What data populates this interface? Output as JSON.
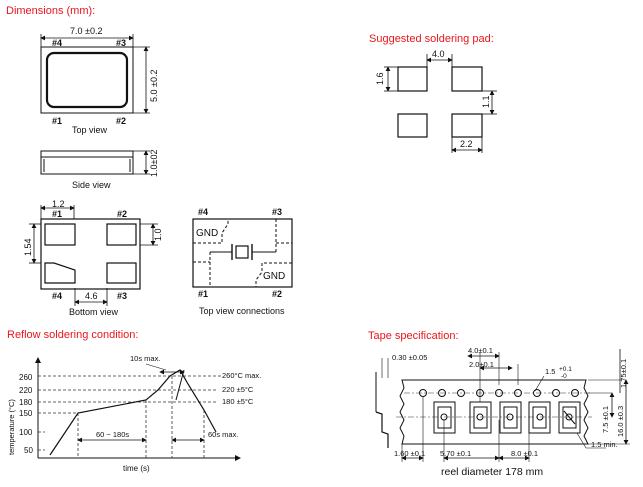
{
  "sections": {
    "dimensions": "Dimensions (mm):",
    "soldering_pad": "Suggested soldering pad:",
    "reflow": "Reflow soldering condition:",
    "tape": "Tape specification:"
  },
  "dimensions": {
    "width": "7.0 ±0.2",
    "height": "5.0 ±0.2",
    "thickness": "1.0±02",
    "pins": [
      "#1",
      "#2",
      "#3",
      "#4"
    ],
    "top_view": "Top view",
    "side_view": "Side view",
    "bottom_view": "Bottom view",
    "top_view_connections": "Top view connections",
    "pad_w": "1.2",
    "pad_h": "1.54",
    "pad_gap": "4.6",
    "pad_h2": "1.0",
    "gnd": "GND"
  },
  "pad": {
    "gap_x": "4.0",
    "pad_h": "1.6",
    "gap_y": "1.1",
    "pad_w": "2.2"
  },
  "reflow": {
    "ylabel": "temperature (°C)",
    "xlabel": "time (s)",
    "yticks": [
      "260",
      "220",
      "180",
      "150",
      "100",
      "50"
    ],
    "max_time": "10s max.",
    "peak": "260°C max.",
    "t220": "220 ±5°C",
    "t180": "180 ±5°C",
    "preheat": "60 ~ 180s",
    "cool": "60s max."
  },
  "tape": {
    "t1": "0.30 ±0.05",
    "pitch4": "4.0±0.1",
    "d20": "2.0±0.1",
    "hole": "1.5",
    "tol_plus": "+0.1",
    "tol_minus": "-0",
    "w175": "1.75±0.1",
    "w75": "7.5 ±0.1",
    "w16": "16.0 ±0.3",
    "m15": "1.5 min.",
    "d160": "1.60 ±0.1",
    "d570": "5.70 ±0.1",
    "d80": "8.0 ±0.1",
    "reel": "reel diameter 178 mm"
  }
}
